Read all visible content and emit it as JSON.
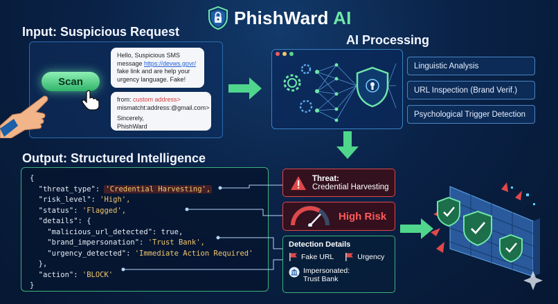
{
  "header": {
    "title_main": "PhishWard",
    "title_accent": "AI"
  },
  "input": {
    "heading": "Input: Suspicious Request",
    "scan_label": "Scan",
    "message1": {
      "line1": "Hello, Suspicious SMS",
      "line2_prefix": "message ",
      "link": "https://devws.govr/",
      "line3": "fake link and are help your",
      "line4": "urgency language. Fake!"
    },
    "message2": {
      "line1_prefix": "from: ",
      "line1_red": "custom address>",
      "line2": "mismatcht:address:@gmail.com>",
      "line3": "Sincerely,",
      "line4": "PhishWard"
    }
  },
  "processing": {
    "heading": "AI Processing",
    "features": [
      "Linguistic Analysis",
      "URL Inspection (Brand Verif.)",
      "Psychological Trigger Detection"
    ]
  },
  "output": {
    "heading": "Output: Structured Intelligence",
    "code": {
      "open": "{",
      "threat_type_key": "\"threat_type\": ",
      "threat_type_val": "'Credential Harvesting',",
      "risk_level_key": "\"risk_level\": ",
      "risk_level_val": "'High',",
      "status_key": "\"status\": ",
      "status_val": "'Flagged',",
      "details_open": "\"details\": {",
      "mal_url": "\"malicious_url_detected\": true,",
      "brand_key": "\"brand_impersonation\": ",
      "brand_val": "'Trust Bank',",
      "urgency_key": "\"urgency_detected\": ",
      "urgency_val": "'Immediate Action Required'",
      "details_close": "},",
      "action_key": "\"action\": ",
      "action_val": "'BLOCK'",
      "close": "}"
    },
    "threat_card": {
      "label": "Threat:",
      "value": "Credential Harvesting"
    },
    "risk_card": {
      "label": "High Risk"
    },
    "details_card": {
      "title": "Detection Details",
      "flag1": "Fake URL",
      "flag2": "Urgency",
      "impersonated_label": "Impersonated:",
      "impersonated_value": "Trust Bank"
    }
  },
  "colors": {
    "accent_green": "#6ee7a8",
    "alert_red": "#e0484a",
    "panel_blue": "#3b82c4",
    "bg_navy": "#0a2247"
  },
  "icons": [
    "shield-lock-icon",
    "hand-pointer-icon",
    "cursor-hand-icon",
    "gear-icon",
    "neural-network-icon",
    "warning-icon",
    "gauge-icon",
    "flag-icon",
    "bank-icon",
    "firewall-icon",
    "sparkle-icon"
  ]
}
